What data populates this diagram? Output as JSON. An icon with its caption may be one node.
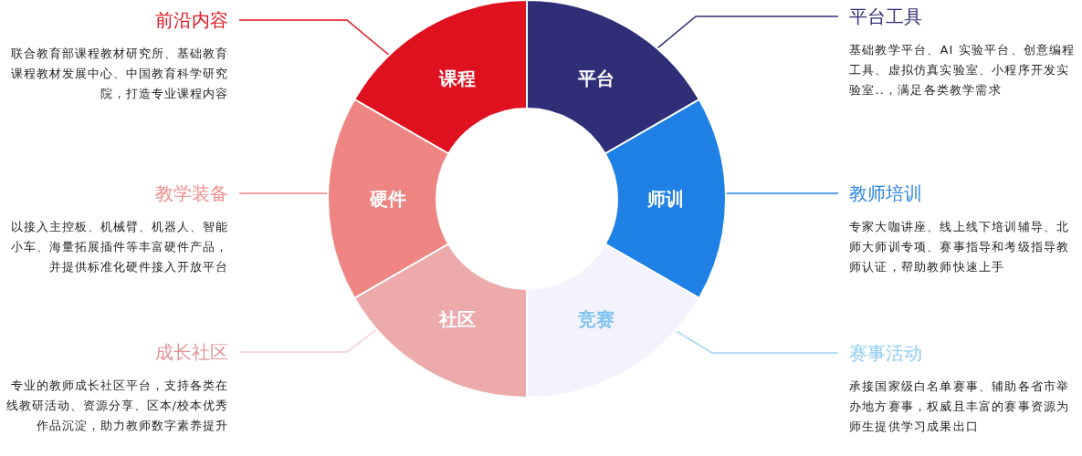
{
  "diagram": {
    "nodes": [
      {
        "text": [
          "前沿内容",
          "联合教育部课程教材研究所、基础教育课程教材发展中心、中国教育科学研究院，打造专业课程内容"
        ]
      },
      {
        "text": [
          "课程"
        ]
      },
      {
        "text": [
          "平台"
        ]
      },
      {
        "text": [
          "平台工具",
          "基础教学平台、AI 实验平台、创意编程工具、虚拟仿真实验室、小程序开发实验室..，满足各类教学需求"
        ]
      },
      {
        "text": [
          "教学装备",
          "以接入主控板、机械臂、机器人、智能小车、海量拓展插件等丰富硬件产品，并提供标准化硬件接入开放平台"
        ]
      },
      {
        "text": [
          "硬件"
        ]
      },
      {
        "text": [
          "师训"
        ]
      },
      {
        "text": [
          "教师培训",
          "专家大咖讲座、线上线下培训辅导、北师大师训专项、赛事指导和考级指导教师认证，帮助教师快速上手"
        ]
      },
      {
        "text": [
          "成长社区",
          "专业的教师成长社区平台，支持各类在线教研活动、资源分享、区本/校本优秀作品沉淀，助力教师数字素养提升"
        ]
      },
      {
        "text": [
          "社区"
        ]
      },
      {
        "text": [
          "竞赛"
        ]
      },
      {
        "text": [
          "赛事活动",
          "承接国家级白名单赛事、辅助各省市举办地方赛事，权威且丰富的赛事资源为师生提供学习成果出口"
        ]
      }
    ],
    "edges": [
      {
        "from": 0,
        "to": 1,
        "arrow": "none",
        "color": "#e0111f"
      },
      {
        "from": 3,
        "to": 2,
        "arrow": "none",
        "color": "#2f2f78"
      },
      {
        "from": 4,
        "to": 5,
        "arrow": "none",
        "color": "#ef8583"
      },
      {
        "from": 7,
        "to": 6,
        "arrow": "none",
        "color": "#1f80e6"
      },
      {
        "from": 8,
        "to": 9,
        "arrow": "none",
        "color": "#f5cdcd"
      },
      {
        "from": 11,
        "to": 10,
        "arrow": "none",
        "color": "#9ed3f5"
      }
    ]
  }
}
